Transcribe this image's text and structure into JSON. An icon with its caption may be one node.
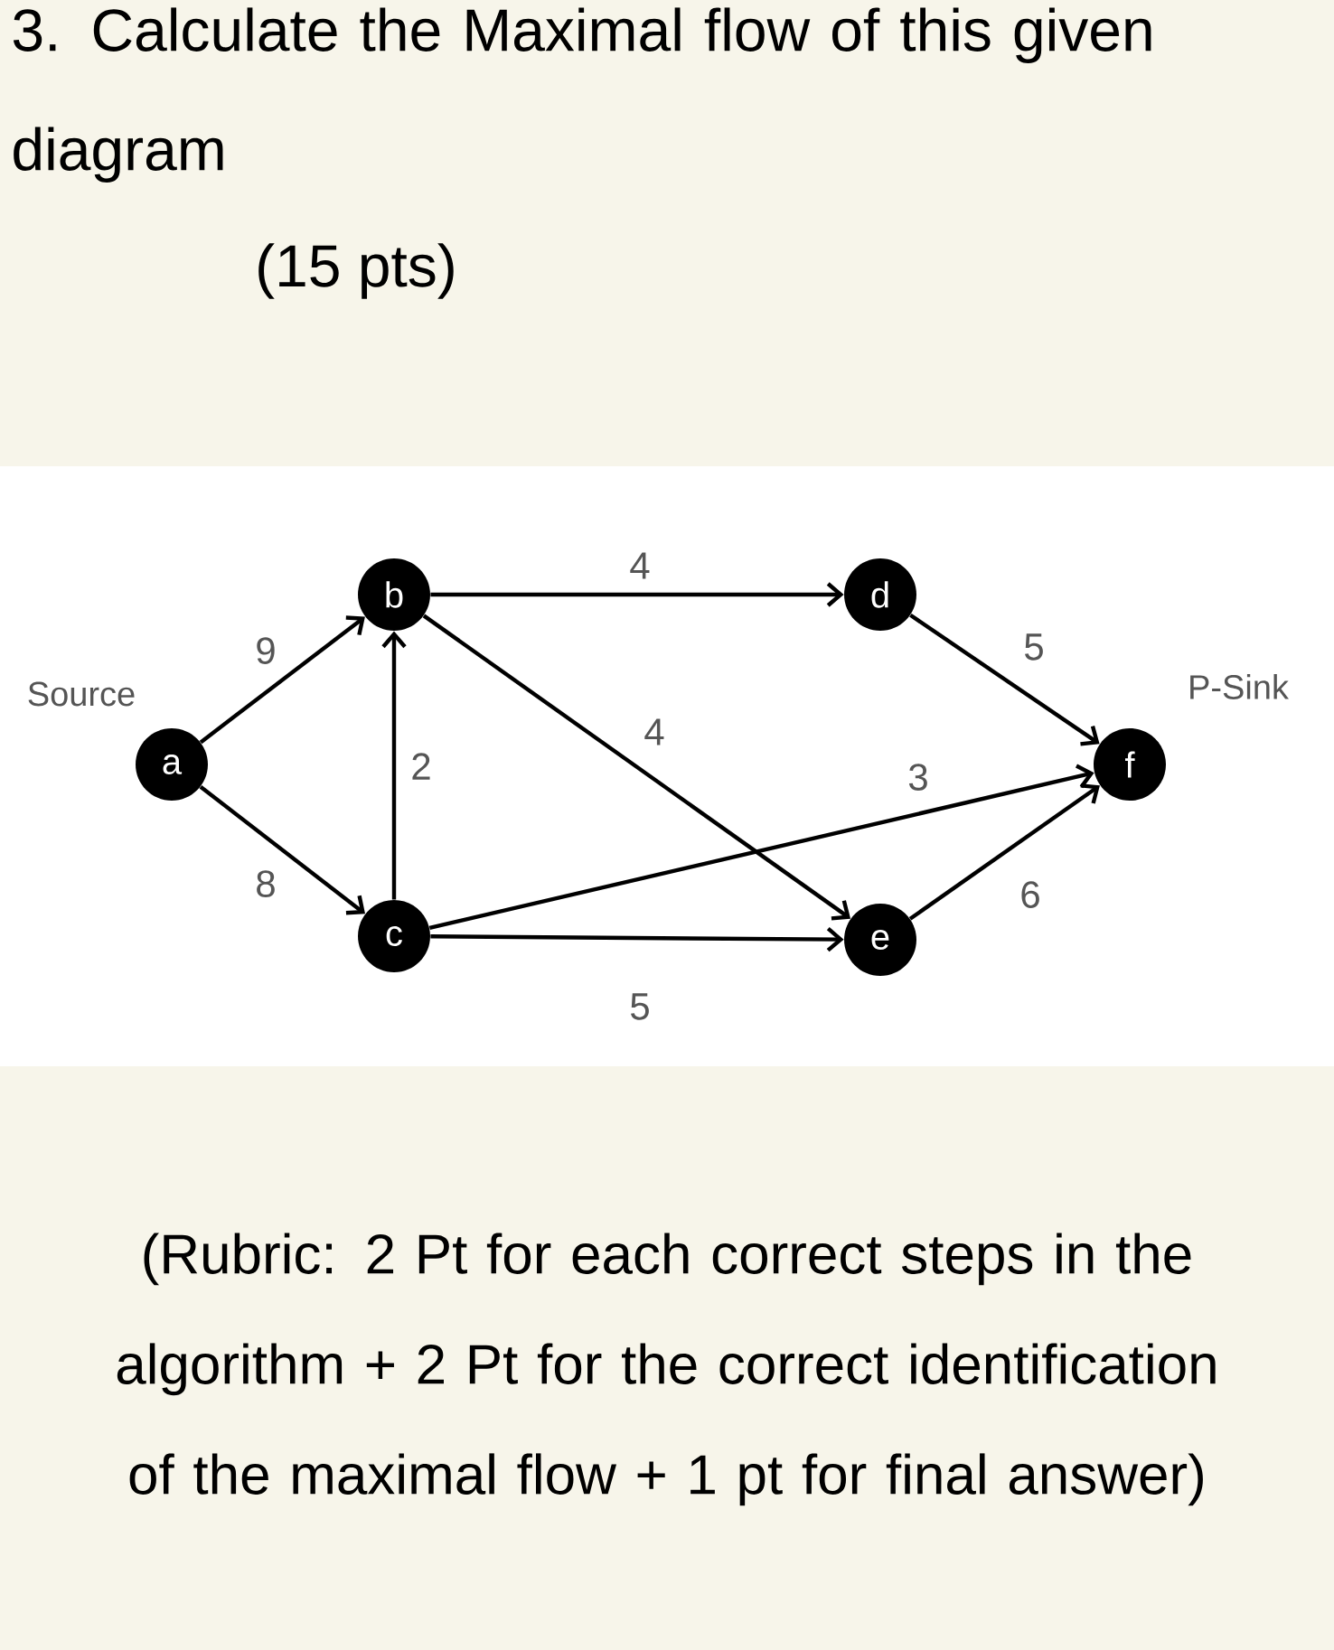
{
  "diagram": {
    "title": "3. Calculate the Maximal flow of this given diagram",
    "caption": "(Rubric: 2 Pt for each correct steps in the algorithm + 2 Pt for the correct identification of the maximal flow + 1 pt for final answer)",
    "nodes": [
      {
        "text": [
          "a"
        ],
        "beside": [
          "Source"
        ]
      },
      {
        "text": [
          "b"
        ]
      },
      {
        "text": [
          "c"
        ]
      },
      {
        "text": [
          "d"
        ]
      },
      {
        "text": [
          "e"
        ]
      },
      {
        "text": [
          "f"
        ],
        "beside": [
          "P-Sink"
        ]
      }
    ],
    "edges": [
      {
        "from": 0,
        "to": 1,
        "arrow": "to",
        "label": "9"
      },
      {
        "from": 0,
        "to": 2,
        "arrow": "to",
        "label": "8"
      },
      {
        "from": 2,
        "to": 1,
        "arrow": "to",
        "label": "2"
      },
      {
        "from": 1,
        "to": 3,
        "arrow": "to",
        "label": "4"
      },
      {
        "from": 1,
        "to": 4,
        "arrow": "to",
        "label": "4"
      },
      {
        "from": 2,
        "to": 5,
        "arrow": "to",
        "label": "3"
      },
      {
        "from": 2,
        "to": 4,
        "arrow": "to",
        "label": "5"
      },
      {
        "from": 3,
        "to": 5,
        "arrow": "to",
        "label": "5"
      },
      {
        "from": 4,
        "to": 5,
        "arrow": "to",
        "label": "6"
      }
    ],
    "labels": [
      "(15 pts)"
    ]
  }
}
